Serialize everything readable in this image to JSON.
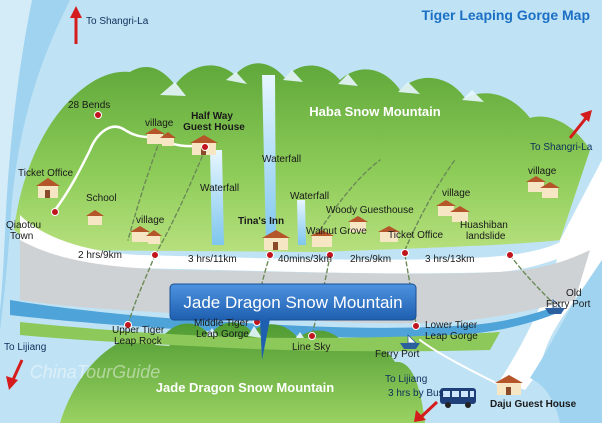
{
  "title": "Tiger Leaping Gorge Map",
  "main_callout": "Jade Dragon Snow Mountain",
  "mountains": {
    "haba": "Haba Snow Mountain",
    "jade_south": "Jade Dragon Snow Mountain"
  },
  "directions": {
    "shangrila_top": "To Shangri-La",
    "shangrila_right": "To Shangri-La",
    "lijiang_left": "To Lijiang",
    "lijiang_bottom": "To Lijiang",
    "lijiang_bus_hours": "3 hrs by Bus"
  },
  "places": {
    "bends": "28 Bends",
    "village_1": "village",
    "halfway_line1": "Half Way",
    "halfway_line2": "Guest House",
    "waterfall_1": "Waterfall",
    "waterfall_2": "Waterfall",
    "waterfall_3": "Waterfall",
    "ticket_office_left": "Ticket Office",
    "school": "School",
    "qiaotou_line1": "Qiaotou",
    "qiaotou_line2": "Town",
    "village_2": "village",
    "tinas_inn": "Tina's Inn",
    "woody": "Woody Guesthouse",
    "walnut_grove": "Walnut Grove",
    "ticket_office_right": "Ticket Office",
    "village_3": "village",
    "village_4": "village",
    "huashiban_line1": "Huashiban",
    "huashiban_line2": "landslide",
    "upper_tiger_line1": "Upper Tiger",
    "upper_tiger_line2": "Leap Rock",
    "middle_tiger_line1": "Middle Tiger",
    "middle_tiger_line2": "Leap Gorge",
    "line_sky": "Line Sky",
    "lower_tiger_line1": "Lower Tiger",
    "lower_tiger_line2": "Leap Gorge",
    "ferry_port": "Ferry Port",
    "old_ferry_line1": "Old",
    "old_ferry_line2": "Ferry Port",
    "daju": "Daju Guest House"
  },
  "durations": {
    "d1": "2 hrs/9km",
    "d2": "3 hrs/11km",
    "d3": "40mins/3km",
    "d4": "2hrs/9km",
    "d5": "3 hrs/13km"
  },
  "watermark": "ChinaTourGuide",
  "colors": {
    "sky": "#bfe3f5",
    "mountain": "#7cbf4a",
    "gorge_road": "#d2d2d2",
    "river": "#4ea3d8",
    "callout": "#2d72c2",
    "marker": "#c0141e",
    "arrow": "#d41c1c",
    "title": "#1b6fc4"
  }
}
